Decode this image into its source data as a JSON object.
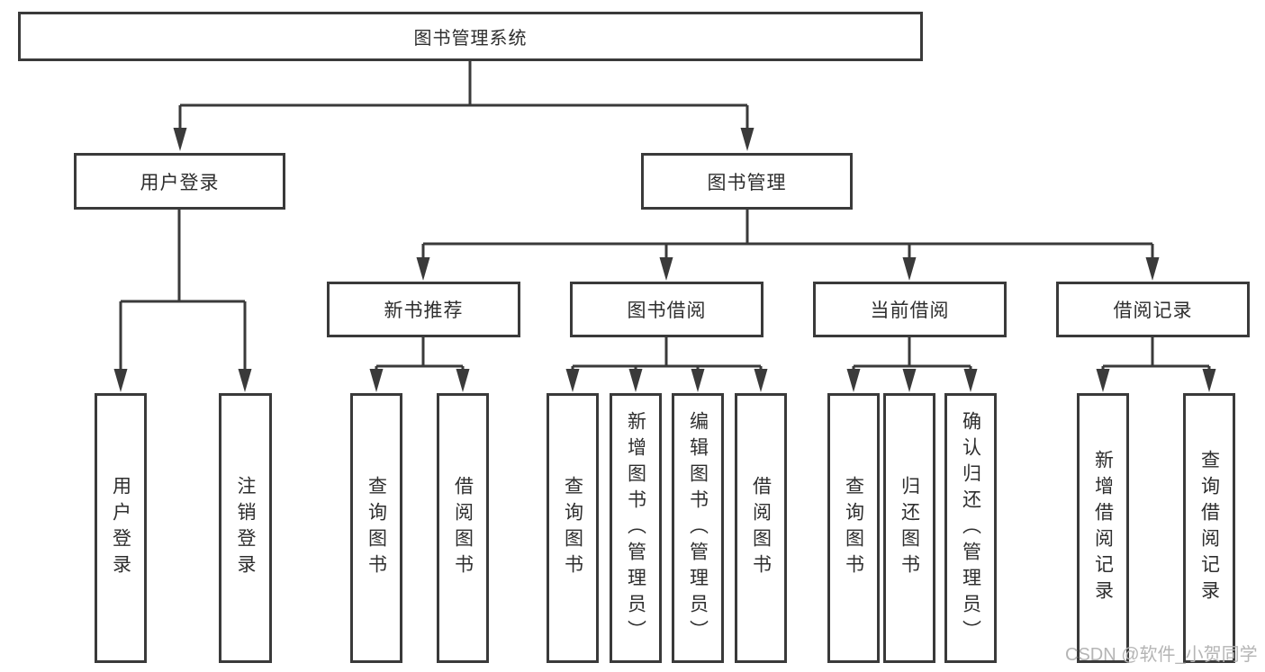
{
  "tree": {
    "label": "图书管理系统",
    "children": [
      {
        "label": "用户登录",
        "children": [
          {
            "label": "用户登录"
          },
          {
            "label": "注销登录"
          }
        ]
      },
      {
        "label": "图书管理",
        "children": [
          {
            "label": "新书推荐",
            "children": [
              {
                "label": "查询图书"
              },
              {
                "label": "借阅图书"
              }
            ]
          },
          {
            "label": "图书借阅",
            "children": [
              {
                "label": "查询图书"
              },
              {
                "label": "新增图书（管理员）"
              },
              {
                "label": "编辑图书（管理员）"
              },
              {
                "label": "借阅图书"
              }
            ]
          },
          {
            "label": "当前借阅",
            "children": [
              {
                "label": "查询图书"
              },
              {
                "label": "归还图书"
              },
              {
                "label": "确认归还（管理员）"
              }
            ]
          },
          {
            "label": "借阅记录",
            "children": [
              {
                "label": "新增借阅记录"
              },
              {
                "label": "查询借阅记录"
              }
            ]
          }
        ]
      }
    ]
  },
  "watermark": {
    "text": "CSDN @软件_小贺同学"
  },
  "colors": {
    "line_color": "#3a3a3a",
    "text_color": "#2e2e2e",
    "watermark_color": "#b5b5b5",
    "background": "#ffffff"
  }
}
